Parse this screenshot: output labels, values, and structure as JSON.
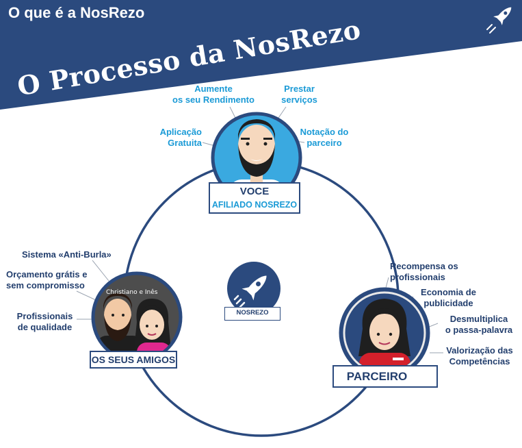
{
  "header": {
    "title": "O que é a NosRezo",
    "rocket_icon": "rocket-icon"
  },
  "banner": {
    "title": "O Processo da NosRezo"
  },
  "center": {
    "label": "NOSREZO",
    "icon": "rocket-icon"
  },
  "voce": {
    "title": "VOCE",
    "subtitle": "AFILIADO NOSREZO",
    "benefits": [
      "Aumente\nos seu Rendimento",
      "Prestar\nserviços",
      "Aplicação\nGratuita",
      "Notação do\nparceiro"
    ]
  },
  "amigos": {
    "title": "OS SEUS AMIGOS",
    "names": "Christiano e Inês",
    "benefits": [
      "Sistema «Anti-Burla»",
      "Orçamento grátis e\nsem compromisso",
      "Profissionais\nde qualidade"
    ]
  },
  "parceiro": {
    "title": "PARCEIRO",
    "benefits": [
      "Recompensa os\nprofissionais",
      "Economia de\npublicidade",
      "Desmultiplica\no passa-palavra",
      "Valorização das\nCompetências"
    ]
  },
  "colors": {
    "navy": "#223e6d",
    "accent_blue": "#1a9ad6",
    "light_blue": "#3aa9e0",
    "grey": "#e8e8e8"
  }
}
